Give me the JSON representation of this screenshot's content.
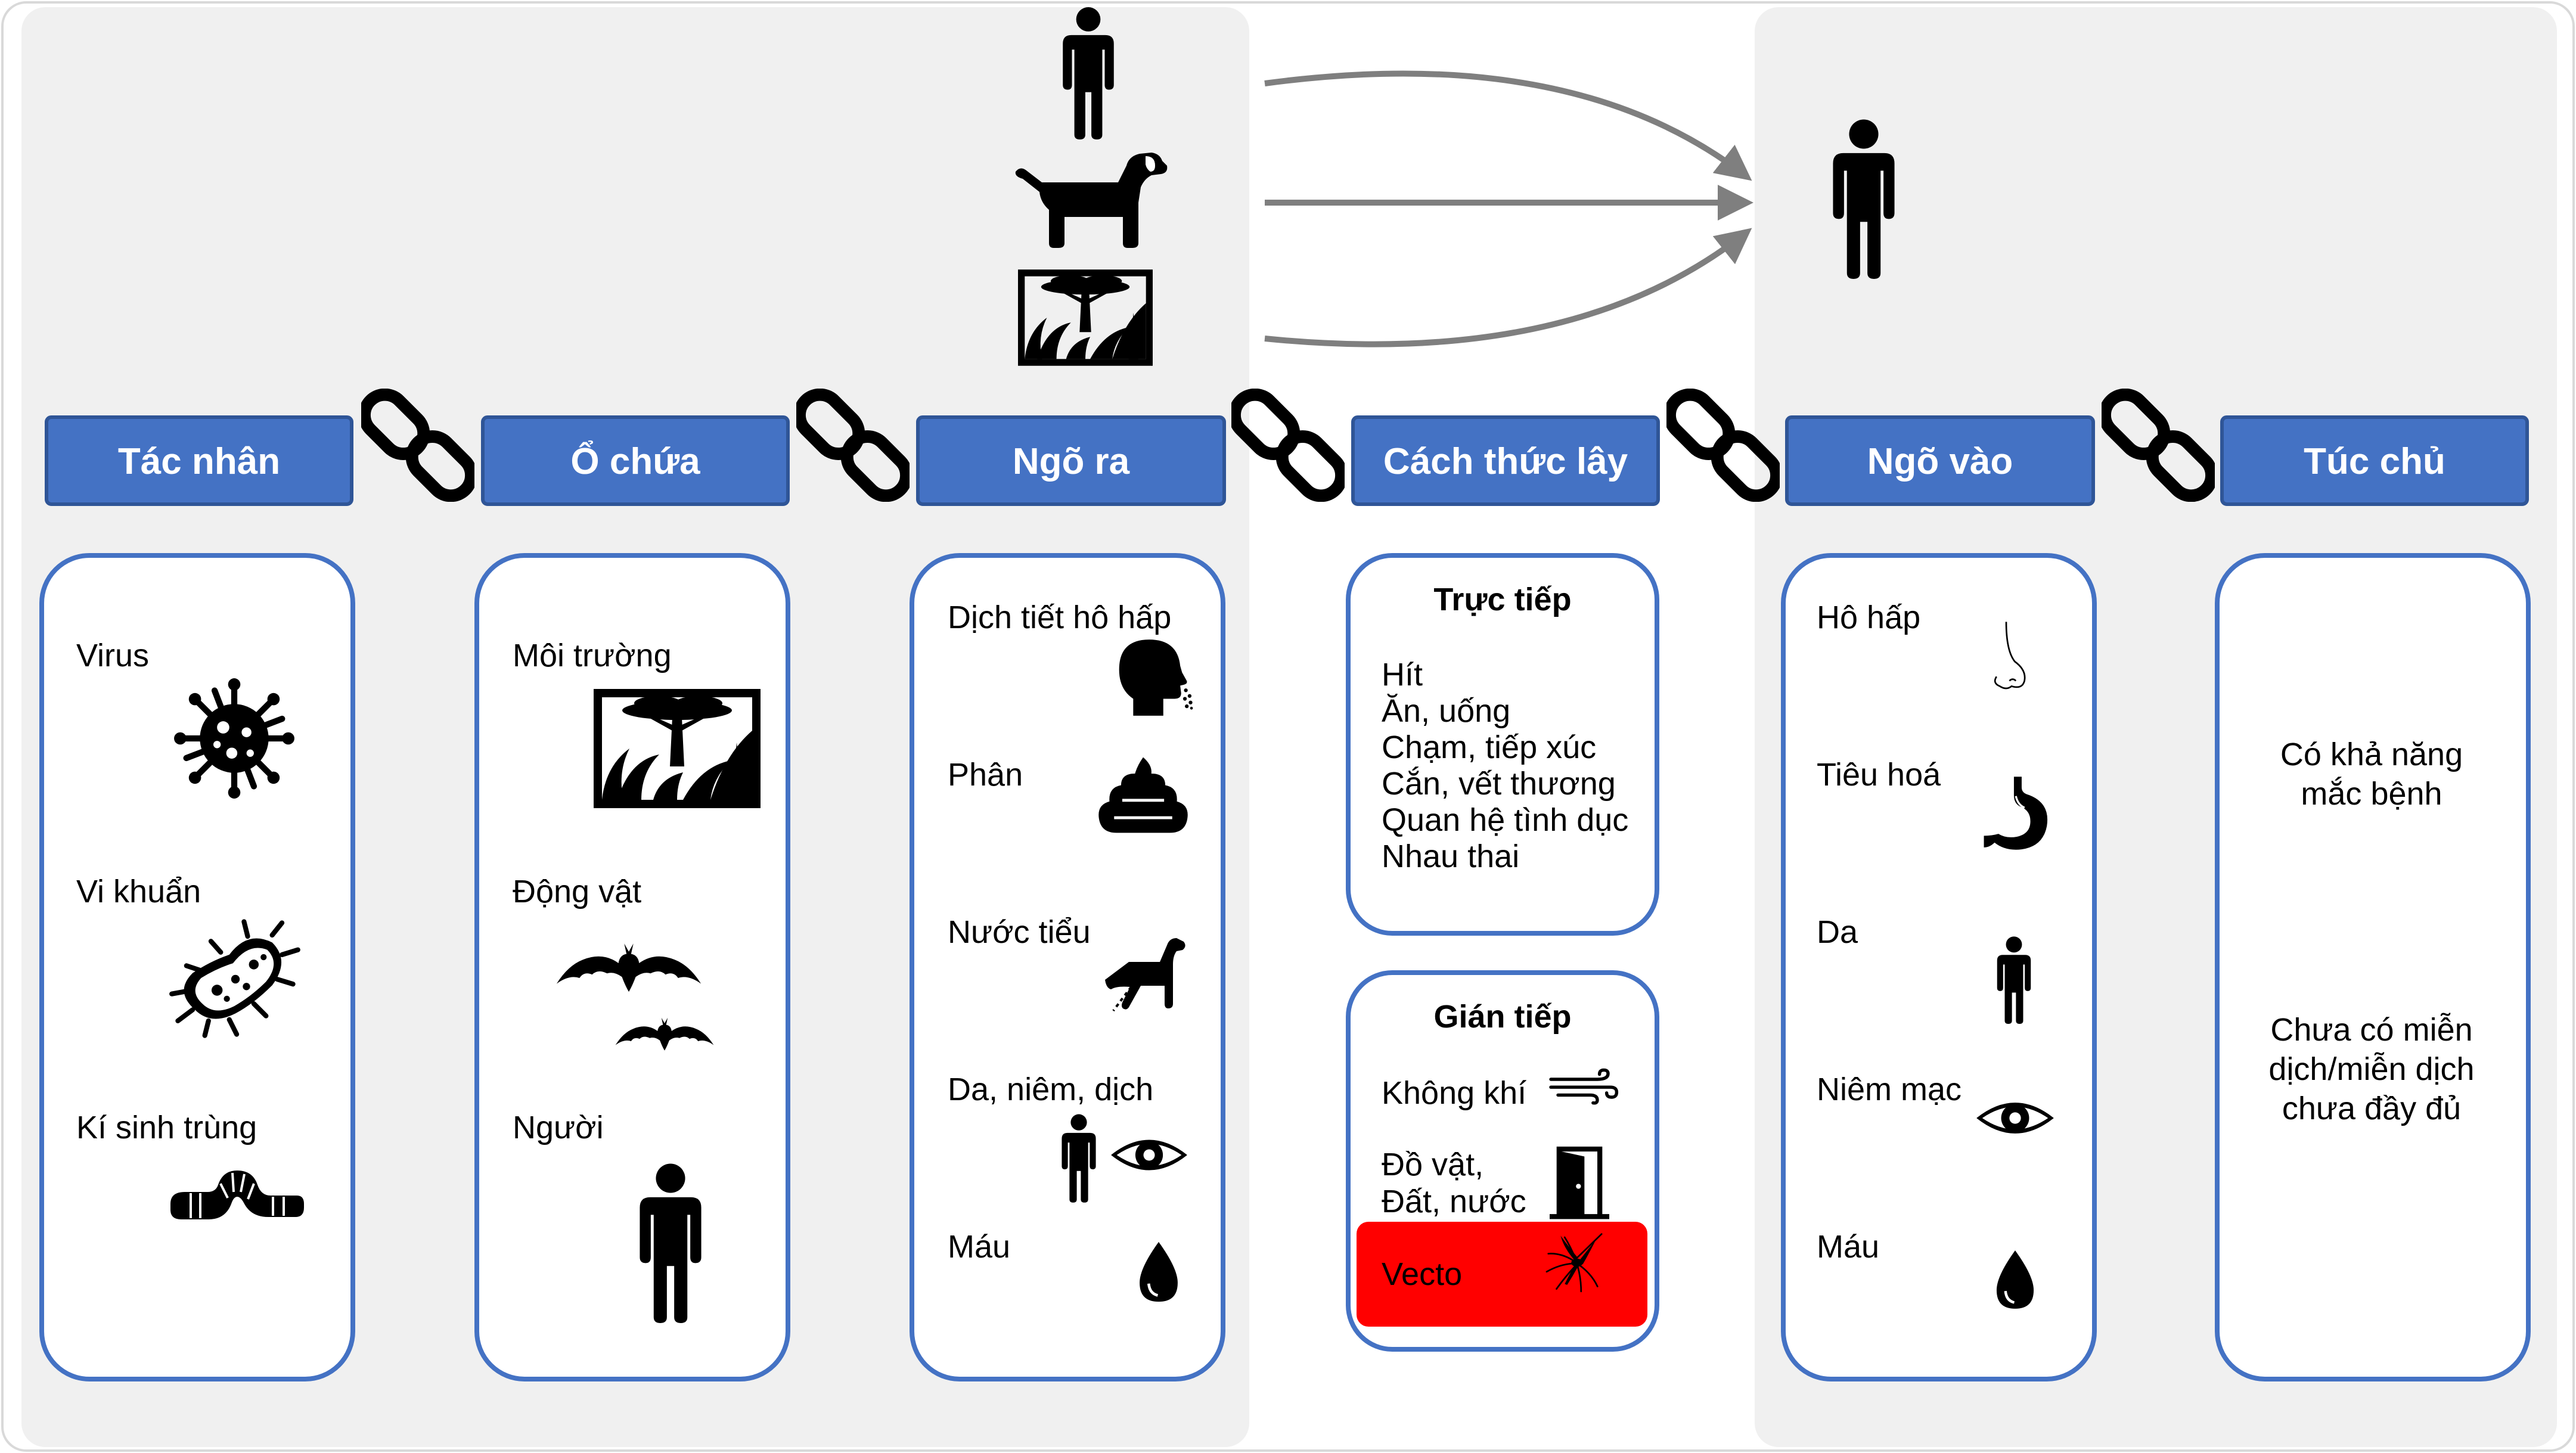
{
  "headers": [
    "Tác nhân",
    "Ổ chứa",
    "Ngõ ra",
    "Cách thức lây",
    "Ngõ vào",
    "Túc chủ"
  ],
  "agents": [
    "Virus",
    "Vi khuẩn",
    "Kí sinh trùng"
  ],
  "reservoirs": [
    "Môi trường",
    "Động vật",
    "Người"
  ],
  "exits": [
    "Dịch tiết hô hấp",
    "Phân",
    "Nước tiểu",
    "Da, niêm, dịch",
    "Máu"
  ],
  "transmission": {
    "direct_title": "Trực tiếp",
    "direct_items": [
      "Hít",
      "Ăn, uống",
      "Chạm, tiếp xúc",
      "Cắn, vết thương",
      "Quan hệ tình dục",
      "Nhau thai"
    ],
    "indirect_title": "Gián tiếp",
    "airborne": "Không khí",
    "objects_line1": "Đồ vật,",
    "objects_line2": "Đất, nước",
    "vector": "Vecto"
  },
  "entries": [
    "Hô hấp",
    "Tiêu hoá",
    "Da",
    "Niêm mạc",
    "Máu"
  ],
  "host": {
    "line1": "Có khả năng",
    "line2": "mắc bệnh",
    "line3": "Chưa có miễn",
    "line4": "dịch/miễn dịch",
    "line5": "chưa đầy đủ"
  },
  "colors": {
    "header_fill": "#4472C4",
    "header_stroke": "#2F5597",
    "panel_bg": "#F0F0F0",
    "box_stroke": "#4472C4",
    "vector_highlight": "#FF0000",
    "arrow": "#7F7F7F"
  },
  "icons": [
    "virus-icon",
    "bacteria-icon",
    "worm-icon",
    "landscape-icon",
    "bats-icon",
    "person-icon",
    "dog-icon",
    "sneeze-head-icon",
    "poop-icon",
    "urinating-dog-icon",
    "eye-icon",
    "drop-icon",
    "nose-icon",
    "stomach-icon",
    "wind-icon",
    "door-icon",
    "mosquito-icon",
    "chain-link-icon"
  ]
}
